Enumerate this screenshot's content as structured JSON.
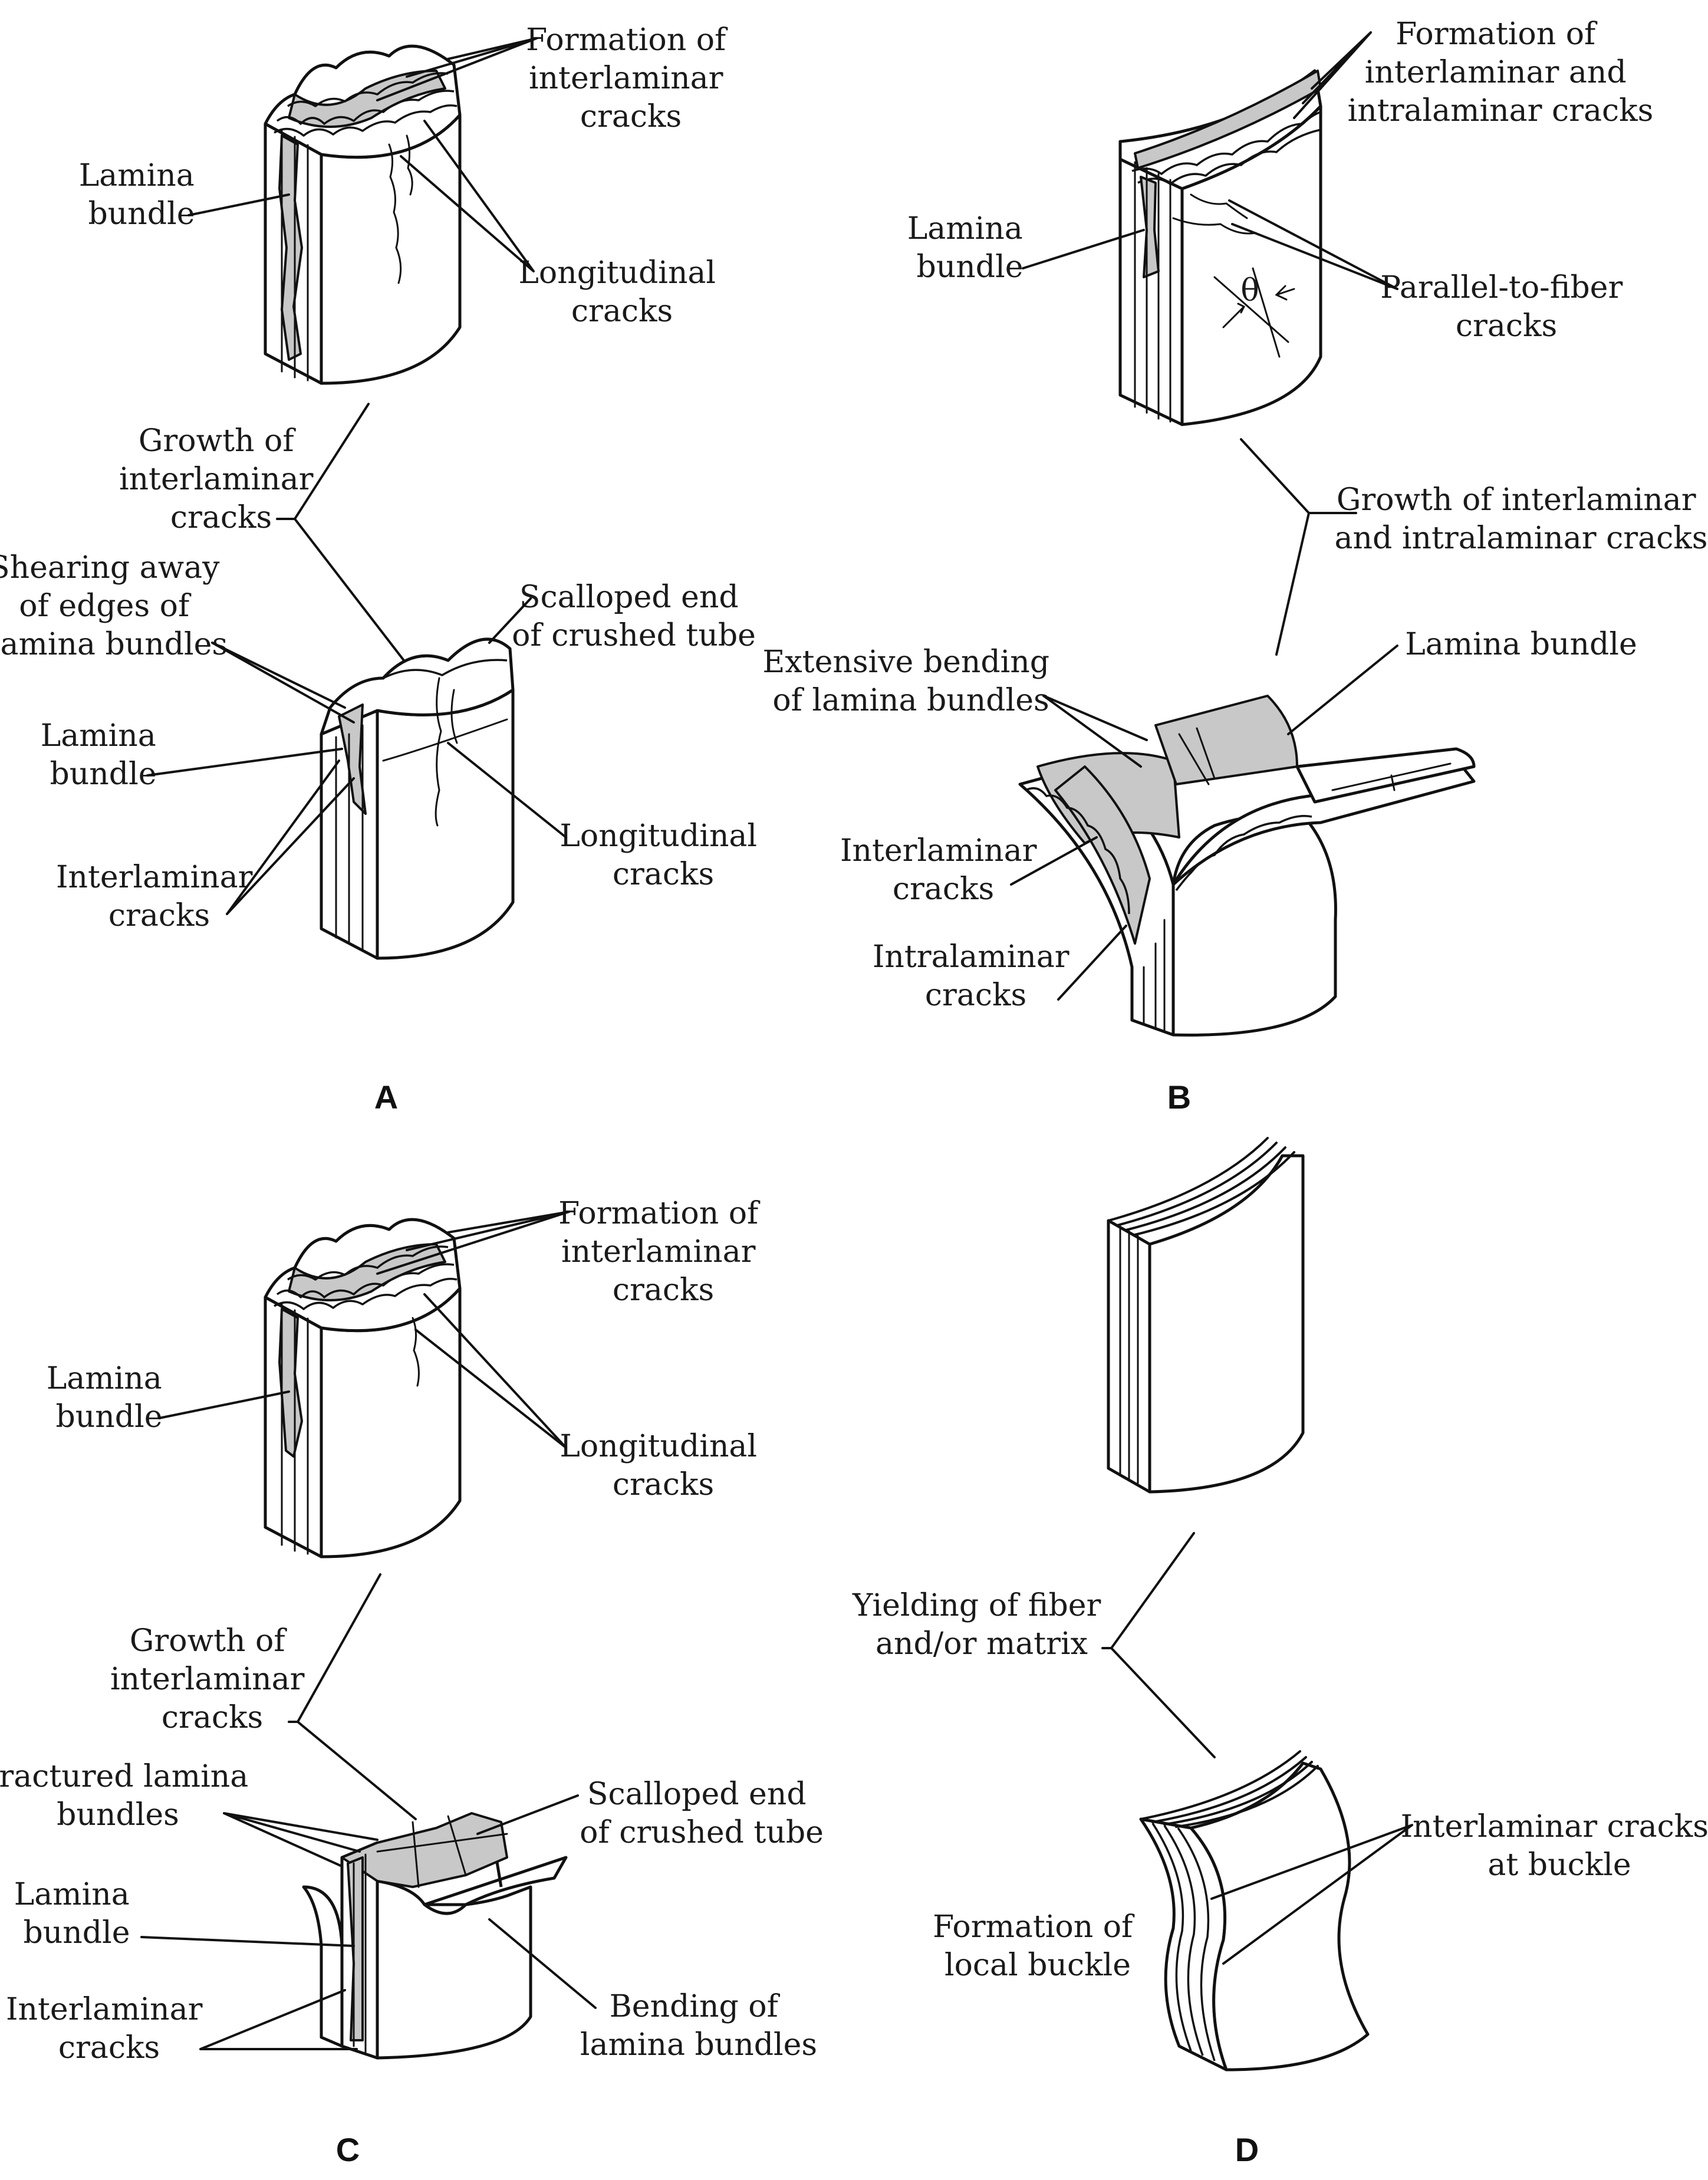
{
  "colors": {
    "ink": "#111111",
    "shade": "#c8c8c8",
    "background": "#ffffff"
  },
  "panels": {
    "A": {
      "letter": "A",
      "top": {
        "formation": [
          "Formation of",
          "interlaminar",
          "cracks"
        ],
        "lamina_bundle": [
          "Lamina",
          "bundle"
        ],
        "longitudinal": [
          "Longitudinal",
          "cracks"
        ]
      },
      "growth": [
        "Growth of",
        "interlaminar",
        "cracks"
      ],
      "bottom": {
        "shearing": [
          "Shearing away",
          "of edges of",
          "lamina bundles"
        ],
        "scalloped": [
          "Scalloped end",
          "of crushed tube"
        ],
        "lamina_bundle": [
          "Lamina",
          "bundle"
        ],
        "longitudinal": [
          "Longitudinal",
          "cracks"
        ],
        "interlaminar": [
          "Interlaminar",
          "cracks"
        ]
      }
    },
    "B": {
      "letter": "B",
      "top": {
        "formation": [
          "Formation of",
          "interlaminar and",
          "intralaminar cracks"
        ],
        "lamina_bundle": [
          "Lamina",
          "bundle"
        ],
        "parallel": [
          "Parallel-to-fiber",
          "cracks"
        ],
        "theta": "θ"
      },
      "growth": [
        "Growth of interlaminar",
        "and intralaminar cracks"
      ],
      "bottom": {
        "bending": [
          "Extensive bending",
          "of lamina bundles"
        ],
        "lamina_bundle": [
          "Lamina bundle"
        ],
        "interlaminar": [
          "Interlaminar",
          "cracks"
        ],
        "intralaminar": [
          "Intralaminar",
          "cracks"
        ]
      }
    },
    "C": {
      "letter": "C",
      "top": {
        "formation": [
          "Formation of",
          "interlaminar",
          "cracks"
        ],
        "lamina_bundle": [
          "Lamina",
          "bundle"
        ],
        "longitudinal": [
          "Longitudinal",
          "cracks"
        ]
      },
      "growth": [
        "Growth of",
        "interlaminar",
        "cracks"
      ],
      "bottom": {
        "fractured": [
          "Fractured lamina",
          "bundles"
        ],
        "scalloped": [
          "Scalloped end",
          "of crushed tube"
        ],
        "lamina_bundle": [
          "Lamina",
          "bundle"
        ],
        "interlaminar": [
          "Interlaminar",
          "cracks"
        ],
        "bending": [
          "Bending of",
          "lamina bundles"
        ]
      }
    },
    "D": {
      "letter": "D",
      "yielding": [
        "Yielding of fiber",
        "and/or matrix"
      ],
      "interlaminar_buckle": [
        "Interlaminar cracks",
        "at buckle"
      ],
      "local_buckle": [
        "Formation of",
        "local buckle"
      ]
    }
  }
}
